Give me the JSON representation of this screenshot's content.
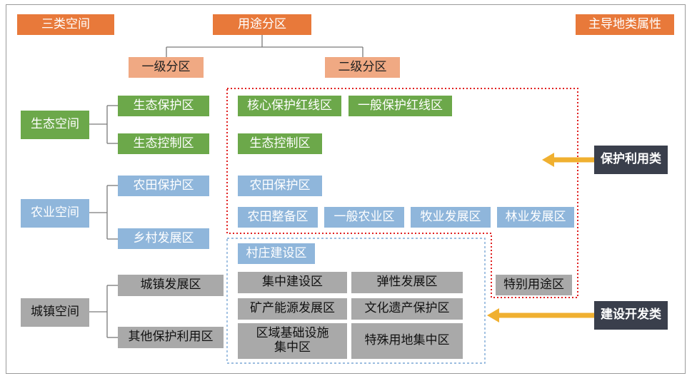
{
  "header": {
    "three_spaces": "三类空间",
    "use_zoning": "用途分区",
    "dominant_attr": "主导地类属性",
    "level1": "一级分区",
    "level2": "二级分区"
  },
  "spaces": {
    "eco": "生态空间",
    "agri": "农业空间",
    "urban": "城镇空间"
  },
  "level1_zones": {
    "eco_protect": "生态保护区",
    "eco_control": "生态控制区",
    "farmland_protect": "农田保护区",
    "rural_dev": "乡村发展区",
    "town_dev": "城镇发展区",
    "other_protect": "其他保护利用区"
  },
  "level2_zones": {
    "core_redline": "核心保护红线区",
    "general_redline": "一般保护红线区",
    "eco_control": "生态控制区",
    "farmland_protect": "农田保护区",
    "farmland_consolidate": "农田整备区",
    "general_agri": "一般农业区",
    "pasture_dev": "牧业发展区",
    "forestry_dev": "林业发展区",
    "village_build": "村庄建设区",
    "concentrated_build": "集中建设区",
    "flexible_dev": "弹性发展区",
    "mineral_energy": "矿产能源发展区",
    "cultural_heritage": "文化遗产保护区",
    "regional_infra": "区域基础设施\n集中区",
    "special_land": "特殊用地集中区",
    "special_use": "特别用途区"
  },
  "categories": {
    "protect_use": "保护利用类",
    "construction_dev": "建设开发类"
  },
  "colors": {
    "orange": "#e8793a",
    "salmon": "#f0a983",
    "green": "#6ca84a",
    "blue": "#8fb6db",
    "gray": "#a9a9a9",
    "dark": "#3a3f4c",
    "arrow": "#f0b030",
    "red_dotted": "#e02020",
    "blue_dotted": "#7aa7d6"
  }
}
